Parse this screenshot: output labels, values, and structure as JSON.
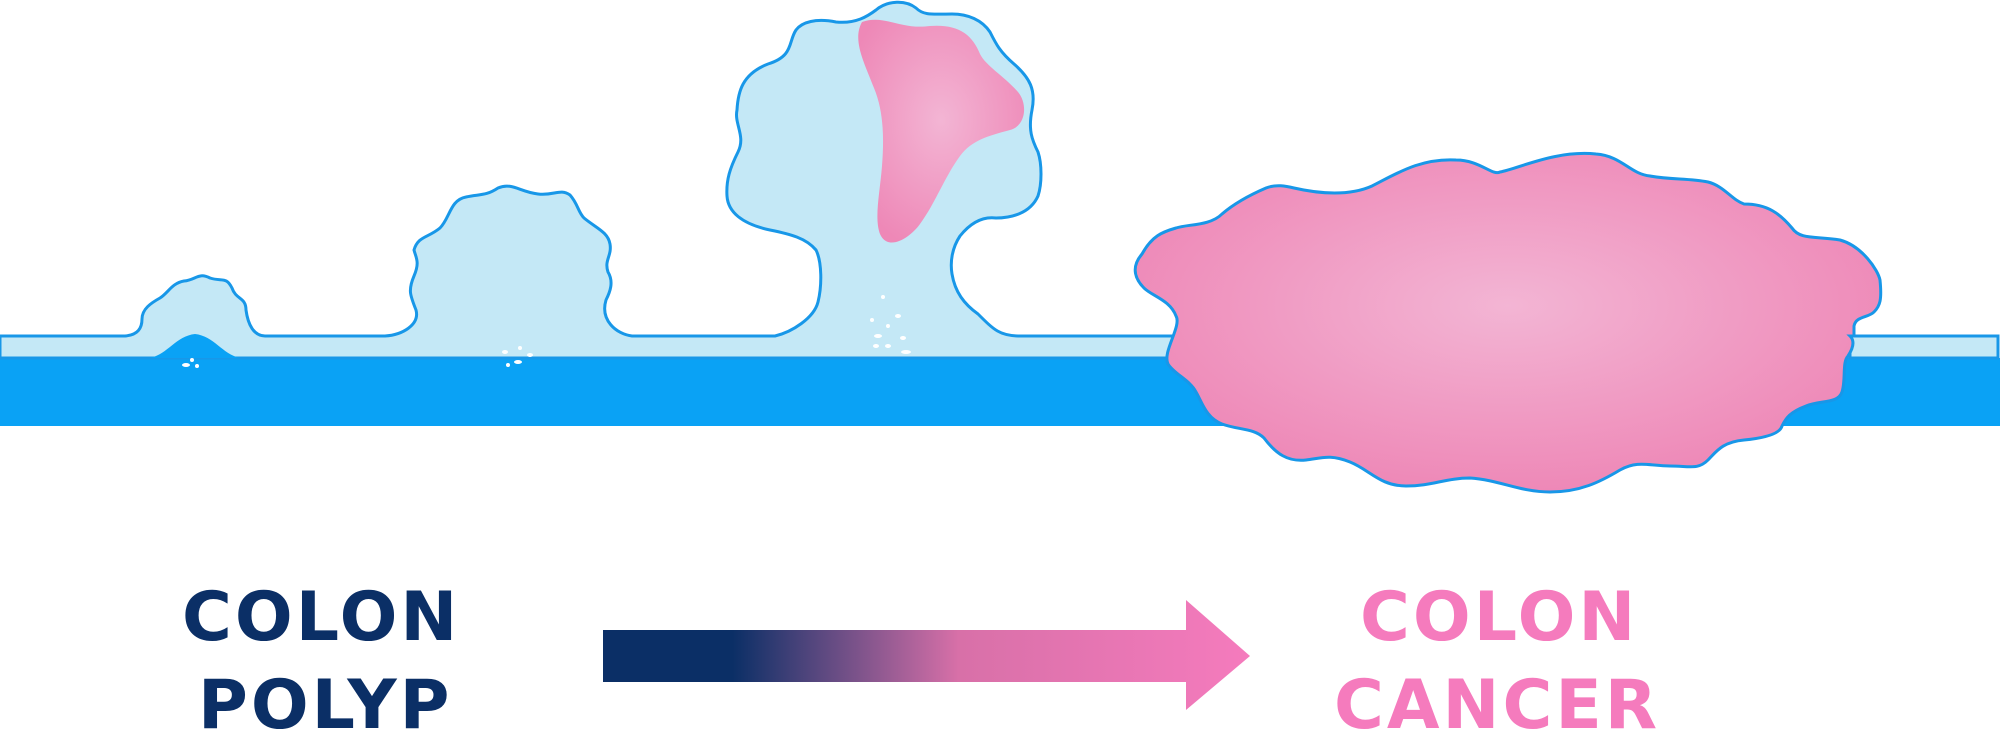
{
  "colors": {
    "epithelium_light": "#c4e8f6",
    "outline_blue": "#1897e8",
    "tissue_blue": "#0aa2f5",
    "polyp_text": "#0b2f66",
    "cancer_text": "#f57bbd",
    "tumor_center": "#f3b5d4",
    "tumor_edge": "#ee88b7",
    "arrow_start": "#0b2f66",
    "arrow_end": "#f57bbd",
    "background": "#ffffff"
  },
  "diagram": {
    "stages": [
      {
        "name": "small-polyp"
      },
      {
        "name": "medium-polyp"
      },
      {
        "name": "large-polyp-with-dysplasia"
      },
      {
        "name": "cancerous-tumor"
      }
    ]
  },
  "labels": {
    "left": {
      "line1": "COLON",
      "line2": "POLYP"
    },
    "right": {
      "line1": "COLON",
      "line2": "CANCER"
    }
  }
}
